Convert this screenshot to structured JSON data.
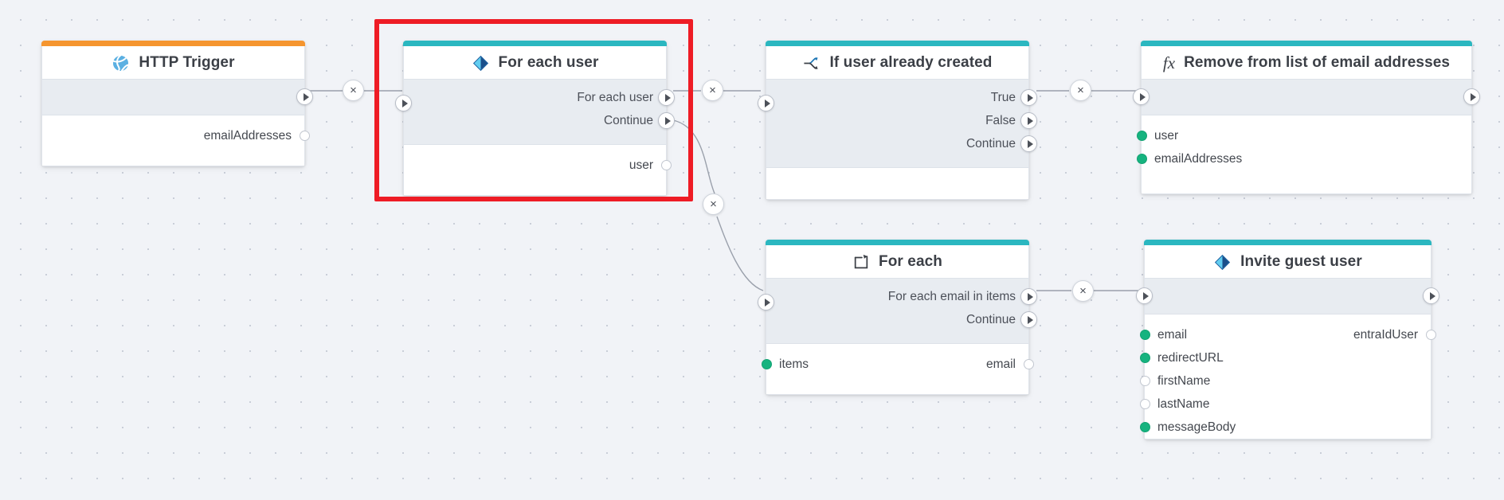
{
  "canvas": {
    "background_color": "#f1f3f7",
    "grid_dot_color": "#c9ced8",
    "highlight_color": "#ee1c25",
    "accent_teal": "#2bb7c0",
    "accent_orange": "#f5952f",
    "connected_dot_color": "#16b37f"
  },
  "nodes": {
    "http_trigger": {
      "title": "HTTP Trigger",
      "icon": "globe-icon",
      "accent": "#f5952f",
      "body_rows": [
        {
          "label": "emailAddresses",
          "side": "right",
          "dot": "hollow"
        }
      ]
    },
    "for_each_user": {
      "title": "For each user",
      "icon": "diamond-icon",
      "accent": "#2bb7c0",
      "band_rows": [
        {
          "label": "For each user"
        },
        {
          "label": "Continue"
        }
      ],
      "body_rows": [
        {
          "label": "user",
          "side": "right",
          "dot": "hollow"
        }
      ]
    },
    "if_user_already_created": {
      "title": "If user already created",
      "icon": "branch-icon",
      "accent": "#2bb7c0",
      "band_rows": [
        {
          "label": "True"
        },
        {
          "label": "False"
        },
        {
          "label": "Continue"
        }
      ],
      "body_rows": []
    },
    "remove_from_list": {
      "title": "Remove from list of email addresses",
      "icon": "fx-icon",
      "accent": "#2bb7c0",
      "band_rows": [
        {
          "label": ""
        }
      ],
      "body_rows": [
        {
          "label": "user",
          "side": "left",
          "dot": "filled"
        },
        {
          "label": "emailAddresses",
          "side": "left",
          "dot": "filled"
        }
      ]
    },
    "for_each": {
      "title": "For each",
      "icon": "loop-icon",
      "accent": "#2bb7c0",
      "band_rows": [
        {
          "label": "For each email in items"
        },
        {
          "label": "Continue"
        }
      ],
      "body_rows": [
        {
          "label": "items",
          "side": "left",
          "dot": "filled"
        },
        {
          "label": "email",
          "side": "right",
          "dot": "hollow"
        }
      ]
    },
    "invite_guest_user": {
      "title": "Invite guest user",
      "icon": "diamond-icon",
      "accent": "#2bb7c0",
      "band_rows": [
        {
          "label": ""
        }
      ],
      "body_rows": [
        {
          "label": "email",
          "side": "left",
          "dot": "filled"
        },
        {
          "label": "redirectURL",
          "side": "left",
          "dot": "filled"
        },
        {
          "label": "firstName",
          "side": "left",
          "dot": "hollow"
        },
        {
          "label": "lastName",
          "side": "left",
          "dot": "hollow"
        },
        {
          "label": "messageBody",
          "side": "left",
          "dot": "filled"
        }
      ],
      "output_label": "entraIdUser"
    }
  },
  "connectors": {
    "delete_label": "×",
    "items": [
      {
        "name": "http-to-foreachuser"
      },
      {
        "name": "foreachuser-to-if"
      },
      {
        "name": "if-true-to-remove"
      },
      {
        "name": "foreachuser-continue-to-foreach"
      },
      {
        "name": "foreach-to-invite"
      }
    ]
  }
}
